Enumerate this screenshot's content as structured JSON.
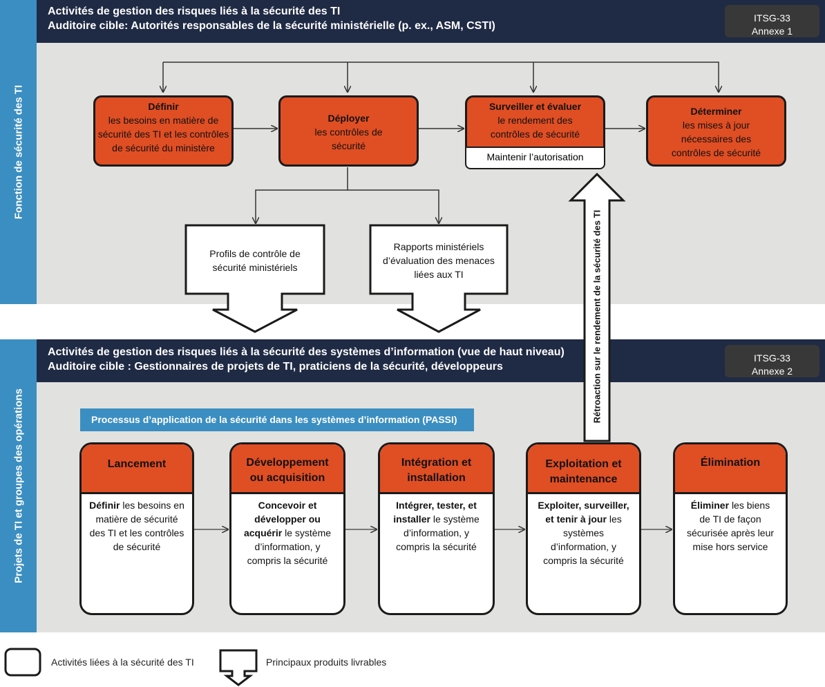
{
  "section1": {
    "sidebar_label": "Fonction de sécurité des TI",
    "title_line1": "Activités de gestion des risques liés à la sécurité des TI",
    "title_line2": "Auditoire cible: Autorités responsables de la sécurité ministérielle (p. ex., ASM, CSTI)",
    "ref_line1": "ITSG-33",
    "ref_line2": "Annexe 1",
    "activities": [
      {
        "bold": "Définir",
        "text": "les besoins en matière de sécurité des TI et les contrôles de sécurité du ministère"
      },
      {
        "bold": "Déployer",
        "text": "les contrôles de sécurité"
      },
      {
        "bold": "Surveiller et évaluer",
        "text": "le rendement des contrôles de sécurité"
      },
      {
        "bold": "Déterminer",
        "text": "les mises à jour nécessaires des contrôles de sécurité"
      }
    ],
    "maintain_label": "Maintenir l’autorisation",
    "deliverables": [
      "Profils de contrôle de sécurité ministériels",
      "Rapports ministériels d’évaluation des menaces liées aux TI"
    ]
  },
  "feedback_label": "Rétroaction sur le rendement de la sécurité des TI",
  "section2": {
    "sidebar_label": "Projets de TI et groupes des opérations",
    "title_line1": "Activités de gestion des risques liés à la sécurité des systèmes d’information (vue de haut niveau)",
    "title_line2": "Auditoire cible : Gestionnaires de projets de TI, praticiens de la sécurité, développeurs",
    "ref_line1": "ITSG-33",
    "ref_line2": "Annexe 2",
    "passi_title": "Processus d’application de la sécurité dans les systèmes d’information (PASSI)",
    "phases": [
      {
        "title": "Lancement",
        "bold": "Définir",
        "text": "les besoins en matière de sécurité des TI et les contrôles de sécurité"
      },
      {
        "title": "Développement ou acquisition",
        "bold": "Concevoir et développer ou acquérir",
        "text": "le système d’information, y compris la sécurité"
      },
      {
        "title": "Intégration et installation",
        "bold": "Intégrer, tester, et installer",
        "text": "le système d’information, y compris la sécurité"
      },
      {
        "title": "Exploitation et maintenance",
        "bold": "Exploiter, surveiller, et tenir à jour",
        "text": "les systèmes d’information, y compris la sécurité"
      },
      {
        "title": "Élimination",
        "bold": "Éliminer",
        "text": "les biens de TI de façon sécurisée après leur mise hors service"
      }
    ]
  },
  "legend": {
    "activities_label": "Activités liées à la sécurité des TI",
    "deliverables_label": "Principaux produits livrables"
  },
  "colors": {
    "orange": "#e04e24",
    "navy": "#1f2a44",
    "blue": "#3b8ec1",
    "panel": "#e1e1df"
  }
}
